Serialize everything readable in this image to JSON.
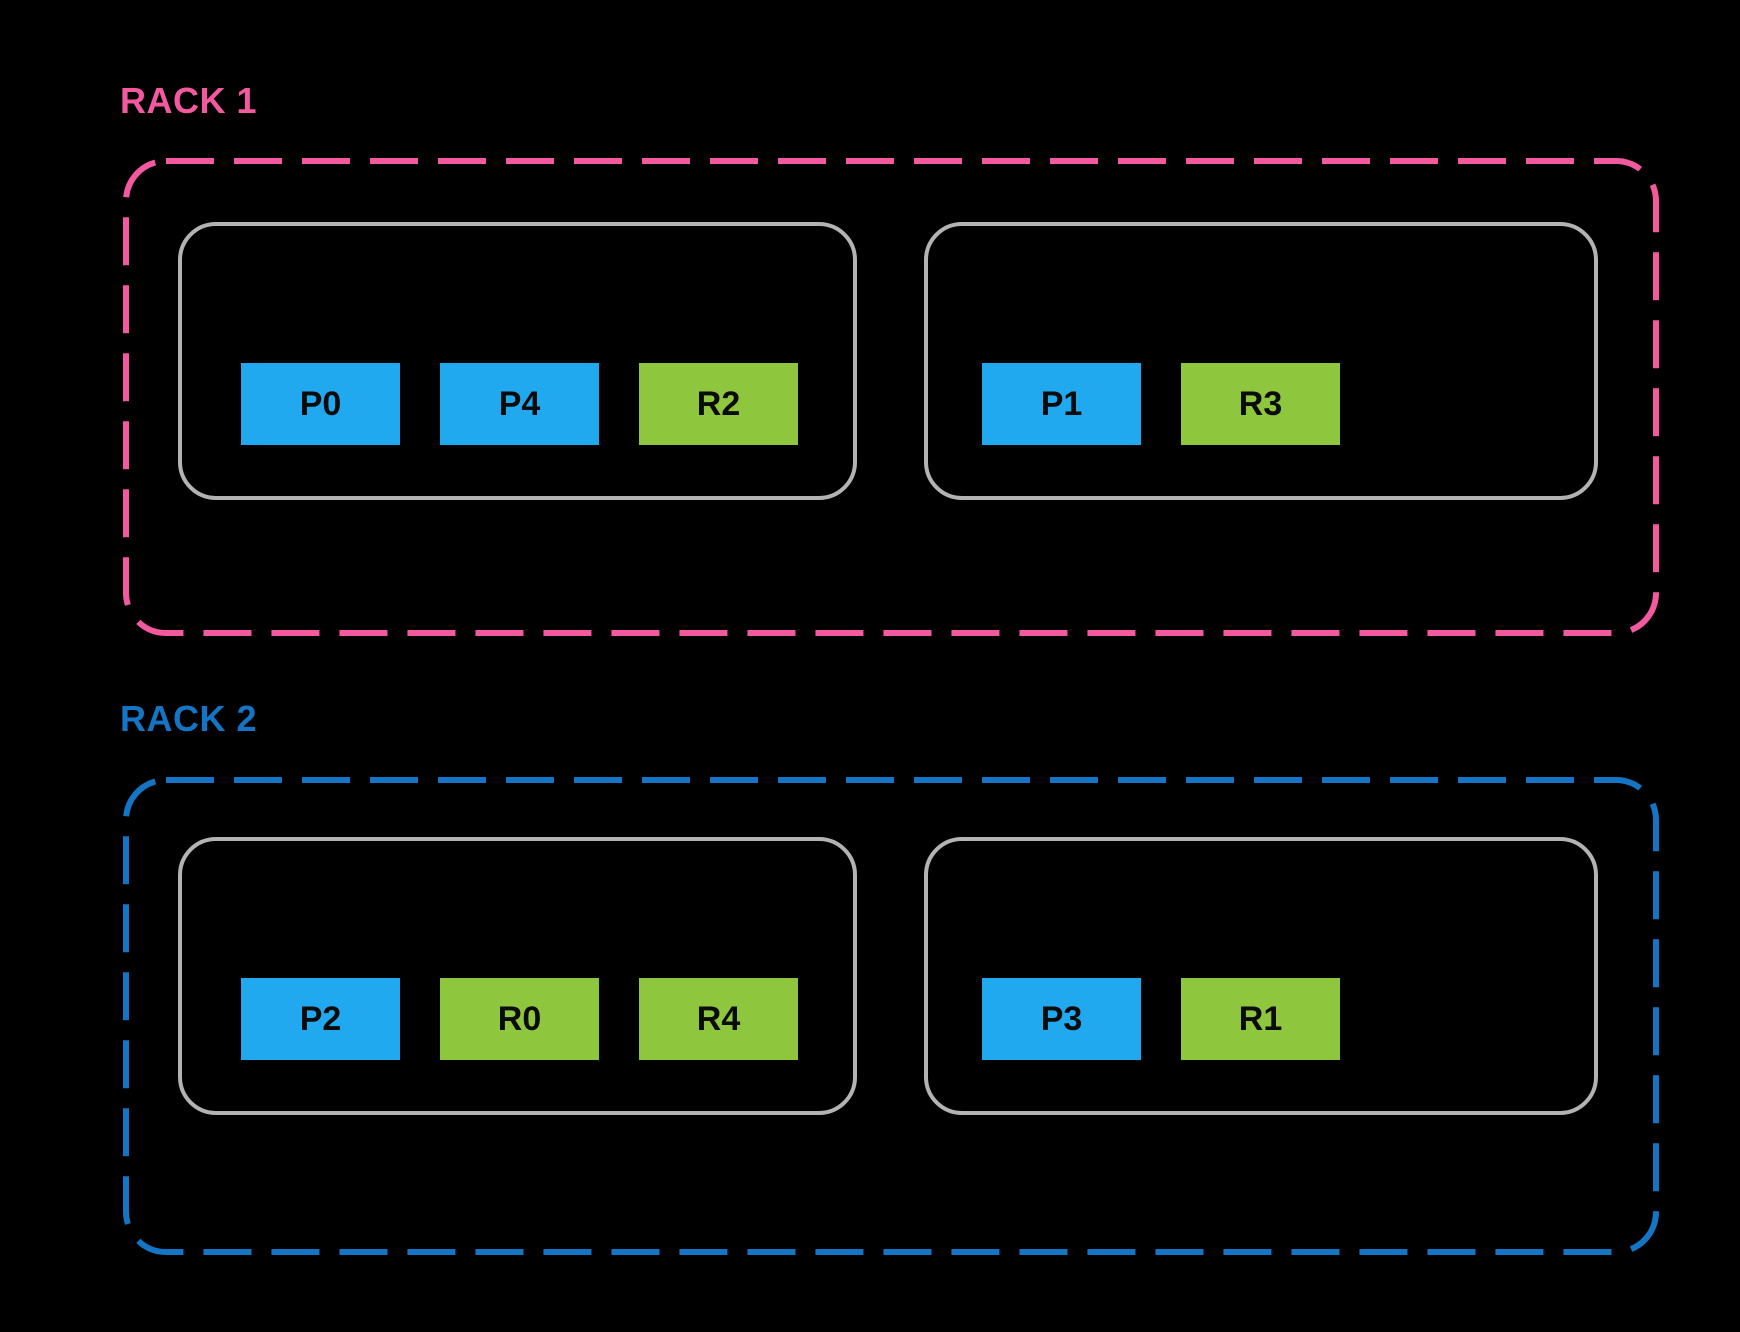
{
  "racks": [
    {
      "label": "RACK 1",
      "accent_color": "#F2599F",
      "nodes": [
        {
          "blocks": [
            {
              "label": "P0",
              "color": "#21A9F0"
            },
            {
              "label": "P4",
              "color": "#21A9F0"
            },
            {
              "label": "R2",
              "color": "#8EC73E"
            }
          ]
        },
        {
          "blocks": [
            {
              "label": "P1",
              "color": "#21A9F0"
            },
            {
              "label": "R3",
              "color": "#8EC73E"
            }
          ]
        }
      ]
    },
    {
      "label": "RACK 2",
      "accent_color": "#1375C4",
      "nodes": [
        {
          "blocks": [
            {
              "label": "P2",
              "color": "#21A9F0"
            },
            {
              "label": "R0",
              "color": "#8EC73E"
            },
            {
              "label": "R4",
              "color": "#8EC73E"
            }
          ]
        },
        {
          "blocks": [
            {
              "label": "P3",
              "color": "#21A9F0"
            },
            {
              "label": "R1",
              "color": "#8EC73E"
            }
          ]
        }
      ]
    }
  ],
  "colors": {
    "background": "#000000",
    "node_border": "#B3B3B3",
    "block_text": "#0B0B0B",
    "block_blue": "#21A9F0",
    "block_green": "#8EC73E"
  }
}
